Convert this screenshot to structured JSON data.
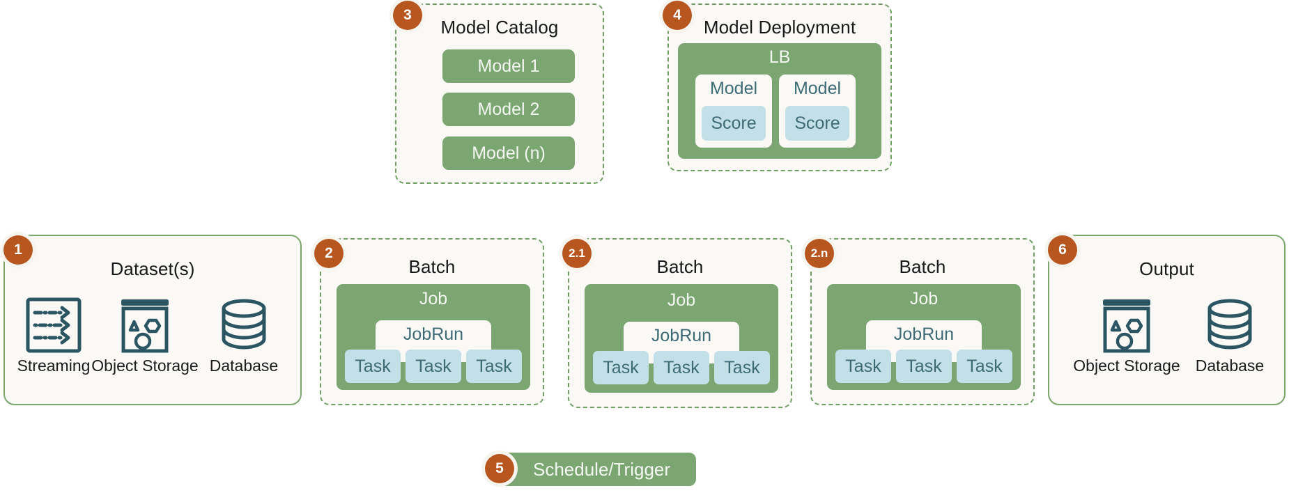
{
  "colors": {
    "green_fill": "#7ba571",
    "dashed_border": "#6f9e63",
    "solid_border": "#7aa76b",
    "card_bg": "#faf9f6",
    "badge": "#b8561f",
    "chip_blue": "#c3dfe8",
    "teal_text": "#3d6b75",
    "icon_stroke": "#2c5563"
  },
  "sections": {
    "dataset": {
      "badge": "1",
      "title": "Dataset(s)",
      "icons": [
        {
          "name": "streaming-icon",
          "caption": "Streaming"
        },
        {
          "name": "object-storage-icon",
          "caption": "Object Storage"
        },
        {
          "name": "database-icon",
          "caption": "Database"
        }
      ]
    },
    "batch_1": {
      "badge": "2",
      "title": "Batch",
      "job_label": "Job",
      "jobrun_label": "JobRun",
      "tasks": [
        "Task",
        "Task",
        "Task"
      ]
    },
    "batch_2": {
      "badge": "2.1",
      "title": "Batch",
      "job_label": "Job",
      "jobrun_label": "JobRun",
      "tasks": [
        "Task",
        "Task",
        "Task"
      ]
    },
    "batch_3": {
      "badge": "2.n",
      "title": "Batch",
      "job_label": "Job",
      "jobrun_label": "JobRun",
      "tasks": [
        "Task",
        "Task",
        "Task"
      ]
    },
    "model_catalog": {
      "badge": "3",
      "title": "Model Catalog",
      "models": [
        "Model 1",
        "Model 2",
        "Model (n)"
      ]
    },
    "model_deployment": {
      "badge": "4",
      "title": "Model Deployment",
      "lb_label": "LB",
      "replicas": [
        {
          "model_label": "Model",
          "score_label": "Score"
        },
        {
          "model_label": "Model",
          "score_label": "Score"
        }
      ]
    },
    "schedule": {
      "badge": "5",
      "label": "Schedule/Trigger"
    },
    "output": {
      "badge": "6",
      "title": "Output",
      "icons": [
        {
          "name": "object-storage-icon",
          "caption": "Object Storage"
        },
        {
          "name": "database-icon",
          "caption": "Database"
        }
      ]
    }
  }
}
